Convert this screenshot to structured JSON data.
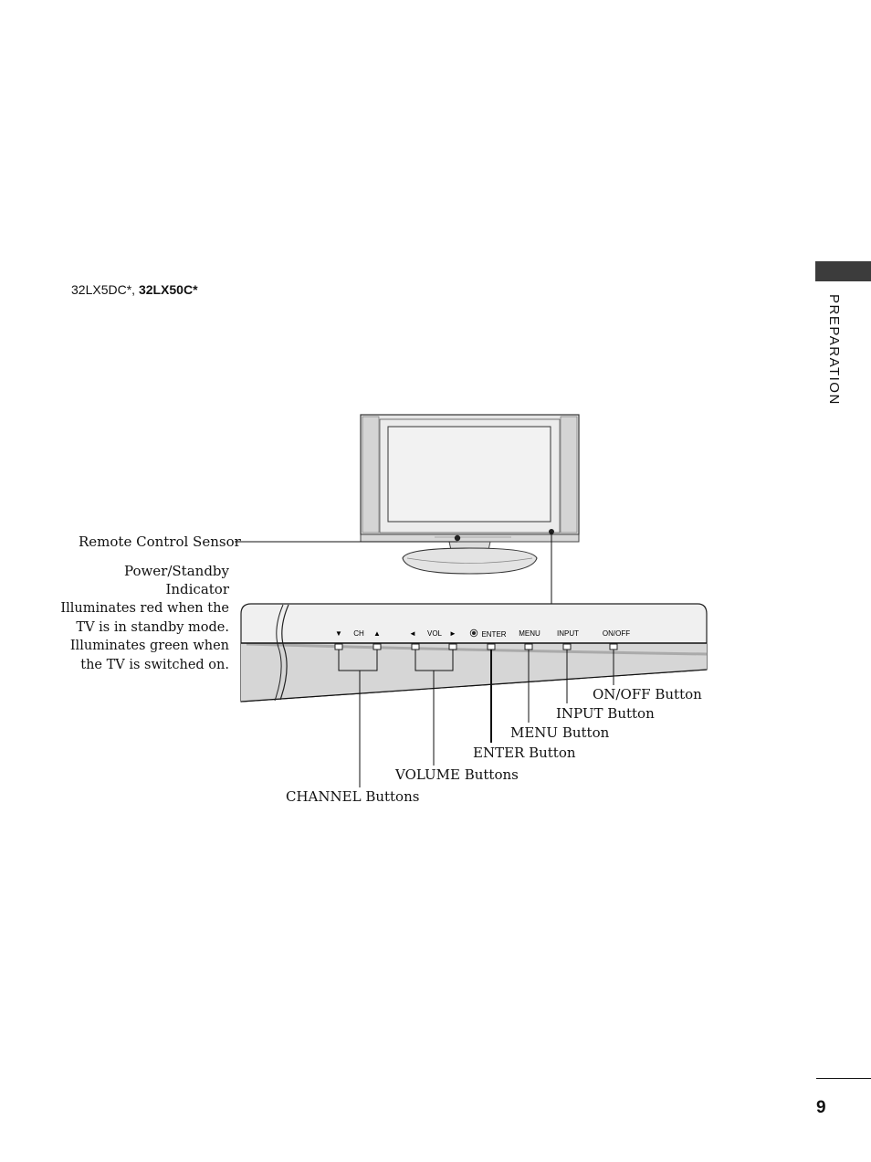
{
  "header": {
    "model_plain": "32LX5DC*, ",
    "model_bold": "32LX50C*"
  },
  "side_tab": {
    "label": "PREPARATION"
  },
  "page": {
    "number": "9"
  },
  "callouts": {
    "remote_sensor": "Remote Control Sensor",
    "power_indicator_line1": "Power/Standby",
    "power_indicator_line2": "Indicator",
    "power_desc_1": "Illuminates red when the",
    "power_desc_2": "TV is in standby mode.",
    "power_desc_3": "Illuminates green when",
    "power_desc_4": "the TV is switched on.",
    "onoff": "ON/OFF Button",
    "input": "INPUT Button",
    "menu": "MENU Button",
    "enter": "ENTER Button",
    "volume": "VOLUME Buttons",
    "channel": "CHANNEL Buttons"
  },
  "panel_labels": {
    "ch_down": "▼",
    "ch": "CH",
    "ch_up": "▲",
    "vol_left": "◄",
    "vol": "VOL",
    "vol_right": "►",
    "enter": "ENTER",
    "menu": "MENU",
    "input": "INPUT",
    "onoff": "ON/OFF"
  }
}
